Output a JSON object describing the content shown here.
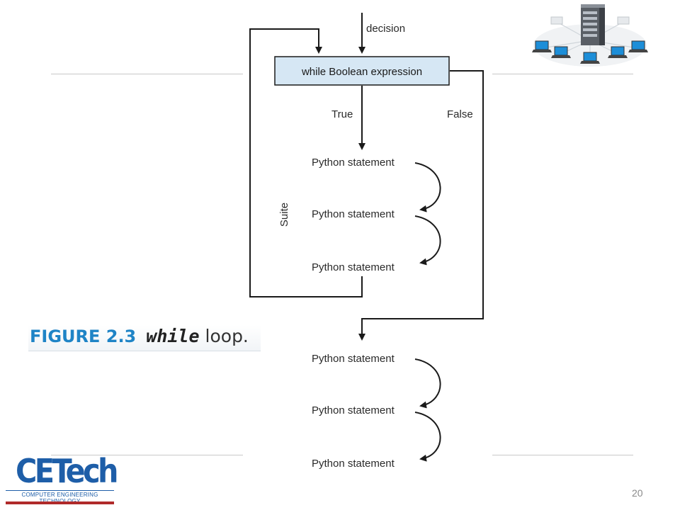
{
  "diagram": {
    "decision_label": "decision",
    "condition_box": "while Boolean expression",
    "true_label": "True",
    "false_label": "False",
    "suite_label": "Suite",
    "loop_statements": [
      "Python statement",
      "Python statement",
      "Python statement"
    ],
    "after_statements": [
      "Python statement",
      "Python statement",
      "Python statement"
    ]
  },
  "caption": {
    "figure": "FIGURE 2.3",
    "keyword": "while",
    "rest": "loop."
  },
  "logo": {
    "main": "CETech",
    "sub": "COMPUTER ENGINEERING TECHNOLOGY"
  },
  "slide": {
    "page_number": "20"
  },
  "colors": {
    "box_fill": "#d6e7f4",
    "box_stroke": "#1a1a1a",
    "caption_figure": "#1f84c6",
    "logo_blue": "#1e5ea8",
    "logo_red": "#b02a2a"
  }
}
